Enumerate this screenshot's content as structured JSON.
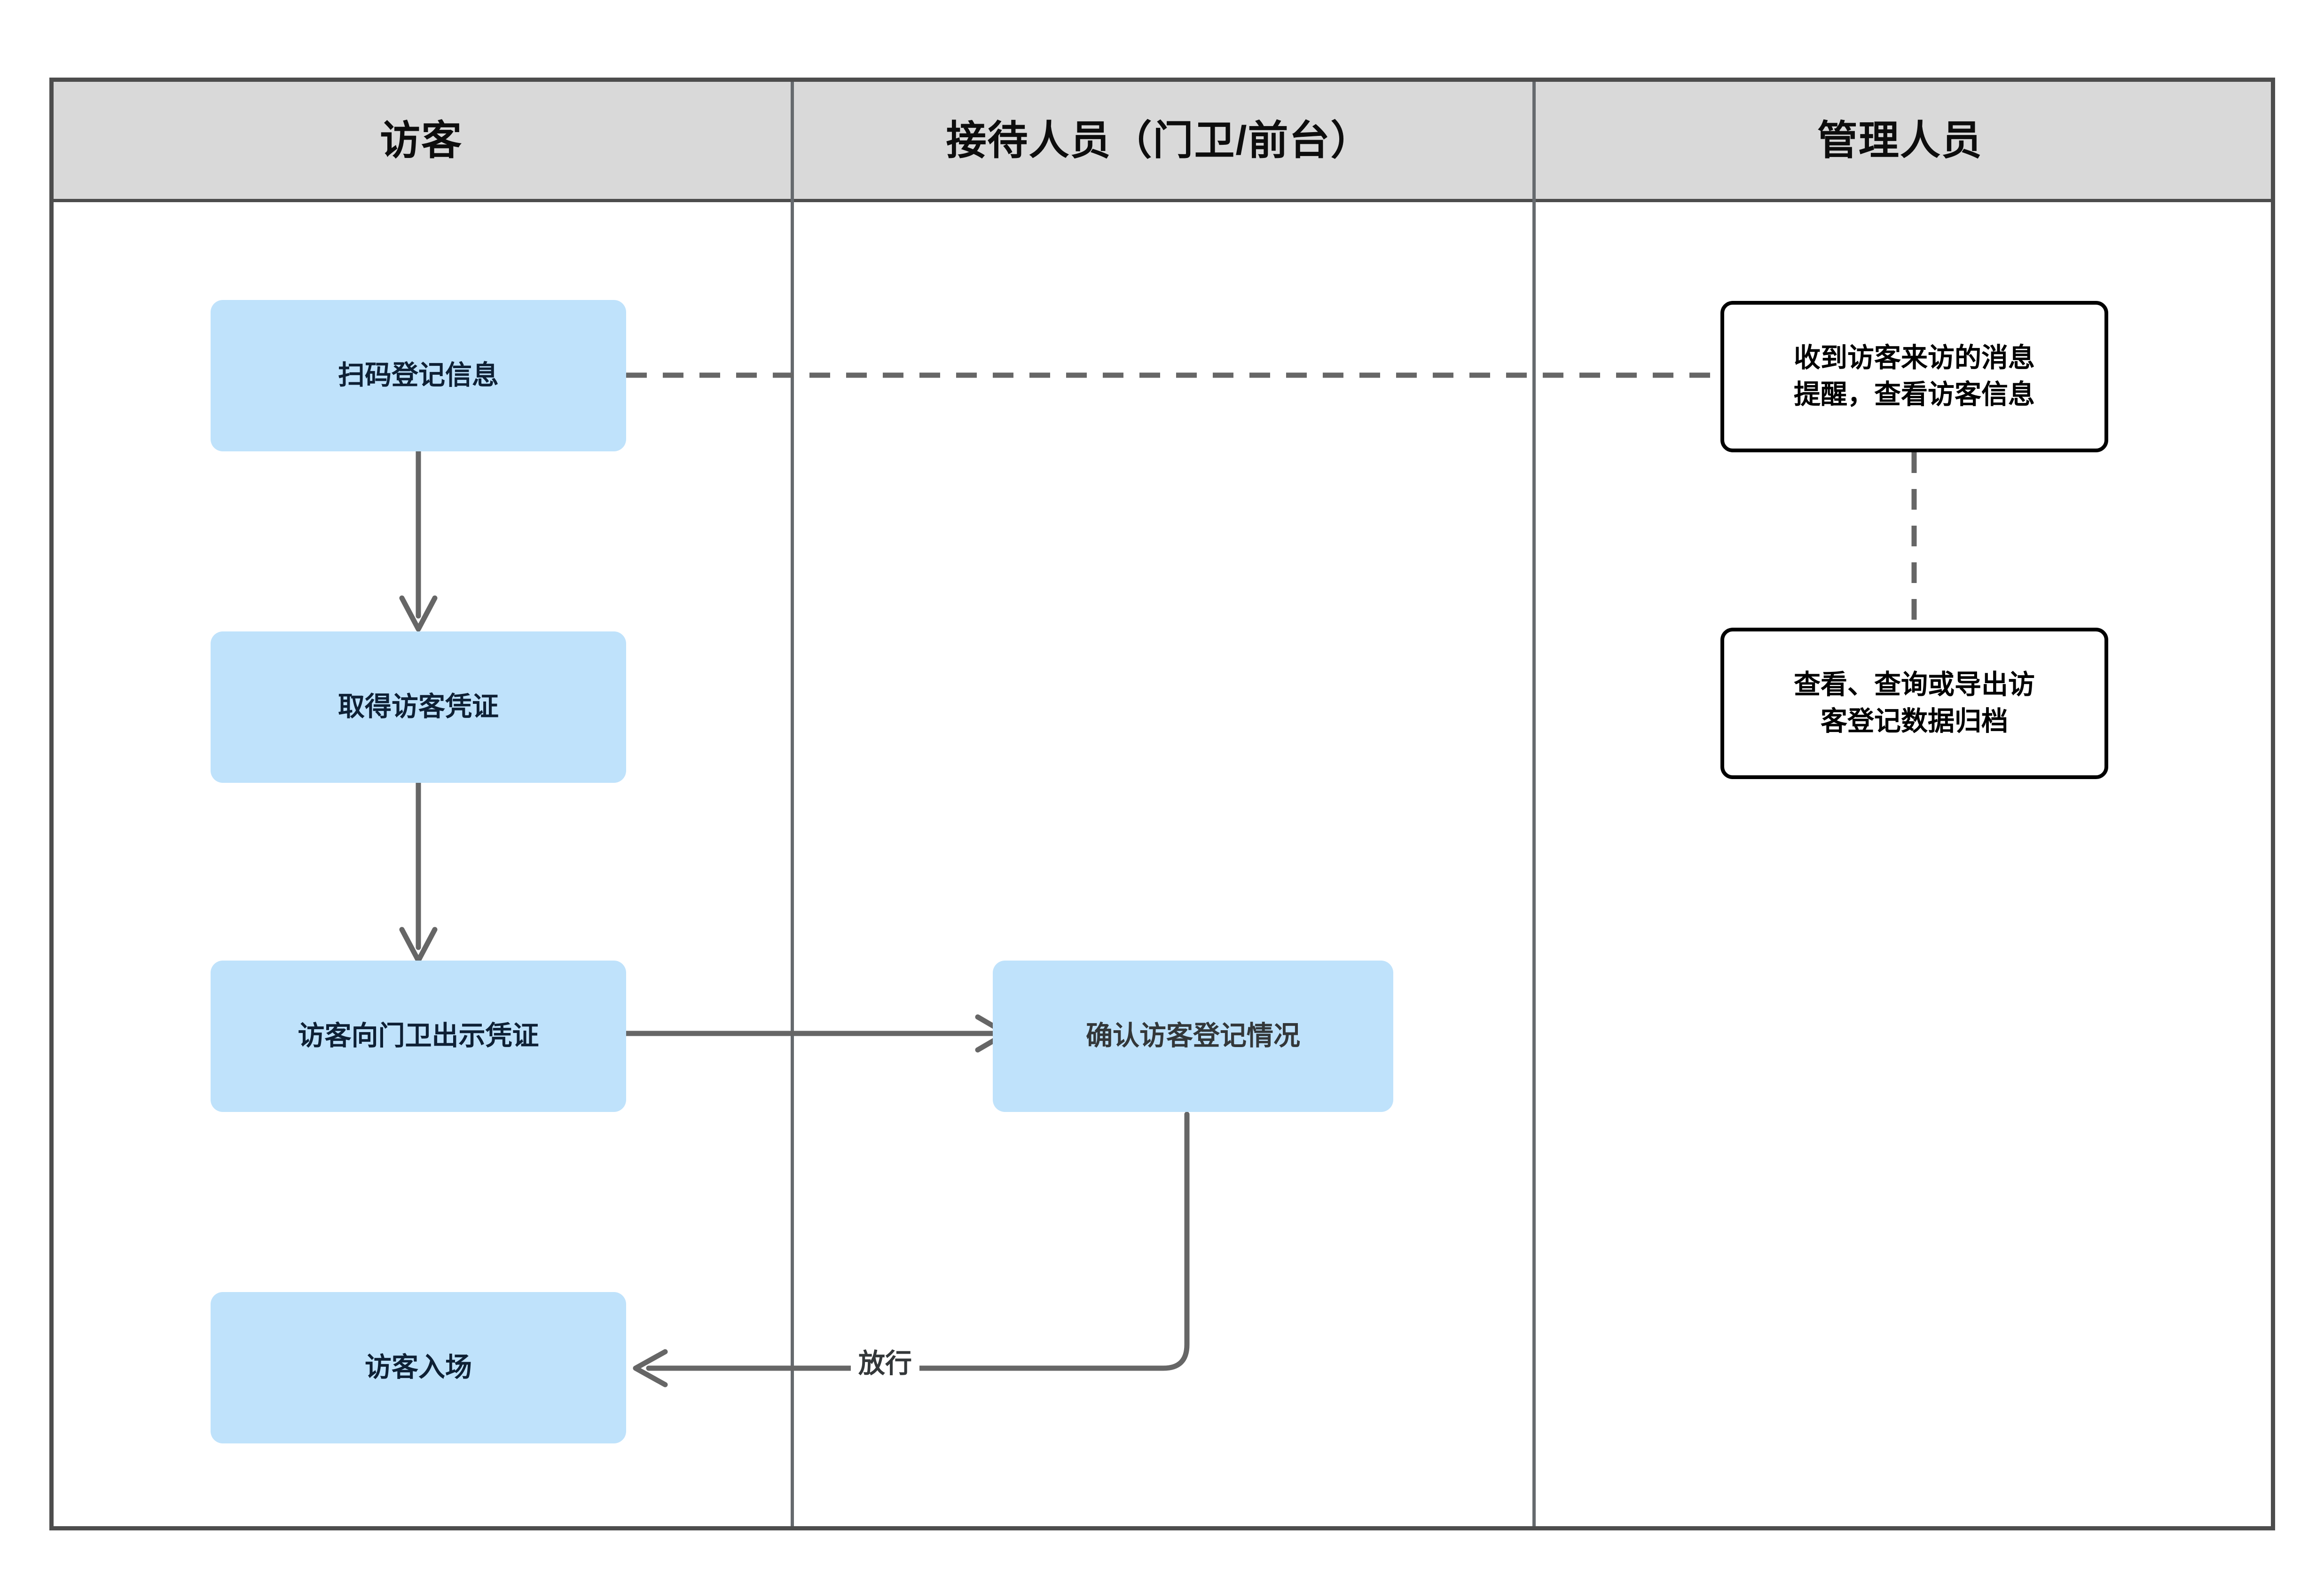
{
  "diagram": {
    "kind": "swimlane-flowchart",
    "colors": {
      "lane_header_bg": "#d9d9d9",
      "lane_border": "#4d4d4d",
      "lane_divider": "#666a6e",
      "node_blue_fill": "#bfe2fb",
      "node_blue_text": "#0e2035",
      "node_white_fill": "#ffffff",
      "node_white_border": "#000000",
      "connector": "#666666",
      "dashed_connector": "#666666"
    },
    "lanes": [
      {
        "id": "visitor",
        "title": "访客"
      },
      {
        "id": "reception",
        "title": "接待人员（门卫/前台）"
      },
      {
        "id": "manager",
        "title": "管理人员"
      }
    ],
    "nodes": [
      {
        "id": "scan-register",
        "lane": "visitor",
        "style": "blue",
        "label": "扫码登记信息"
      },
      {
        "id": "get-pass",
        "lane": "visitor",
        "style": "blue",
        "label": "取得访客凭证"
      },
      {
        "id": "show-pass",
        "lane": "visitor",
        "style": "blue",
        "label": "访客向门卫出示凭证"
      },
      {
        "id": "visitor-enter",
        "lane": "visitor",
        "style": "blue",
        "label": "访客入场"
      },
      {
        "id": "confirm-record",
        "lane": "reception",
        "style": "blue",
        "label": "确认访客登记情况"
      },
      {
        "id": "receive-notice",
        "lane": "manager",
        "style": "white",
        "label_line1": "收到访客来访的消息",
        "label_line2": "提醒，查看访客信息"
      },
      {
        "id": "archive-data",
        "lane": "manager",
        "style": "white",
        "label_line1": "查看、查询或导出访",
        "label_line2": "客登记数据归档"
      }
    ],
    "edges": [
      {
        "id": "e-scan-to-notice",
        "from": "scan-register",
        "to": "receive-notice",
        "line": "dashed",
        "arrow": false,
        "label": ""
      },
      {
        "id": "e-scan-to-getpass",
        "from": "scan-register",
        "to": "get-pass",
        "line": "solid",
        "arrow": true,
        "label": ""
      },
      {
        "id": "e-getpass-to-showpass",
        "from": "get-pass",
        "to": "show-pass",
        "line": "solid",
        "arrow": true,
        "label": ""
      },
      {
        "id": "e-showpass-to-confirm",
        "from": "show-pass",
        "to": "confirm-record",
        "line": "solid",
        "arrow": true,
        "label": ""
      },
      {
        "id": "e-confirm-to-enter",
        "from": "confirm-record",
        "to": "visitor-enter",
        "line": "solid",
        "arrow": true,
        "label": "放行"
      },
      {
        "id": "e-notice-to-archive",
        "from": "receive-notice",
        "to": "archive-data",
        "line": "dashed",
        "arrow": false,
        "label": ""
      }
    ]
  }
}
